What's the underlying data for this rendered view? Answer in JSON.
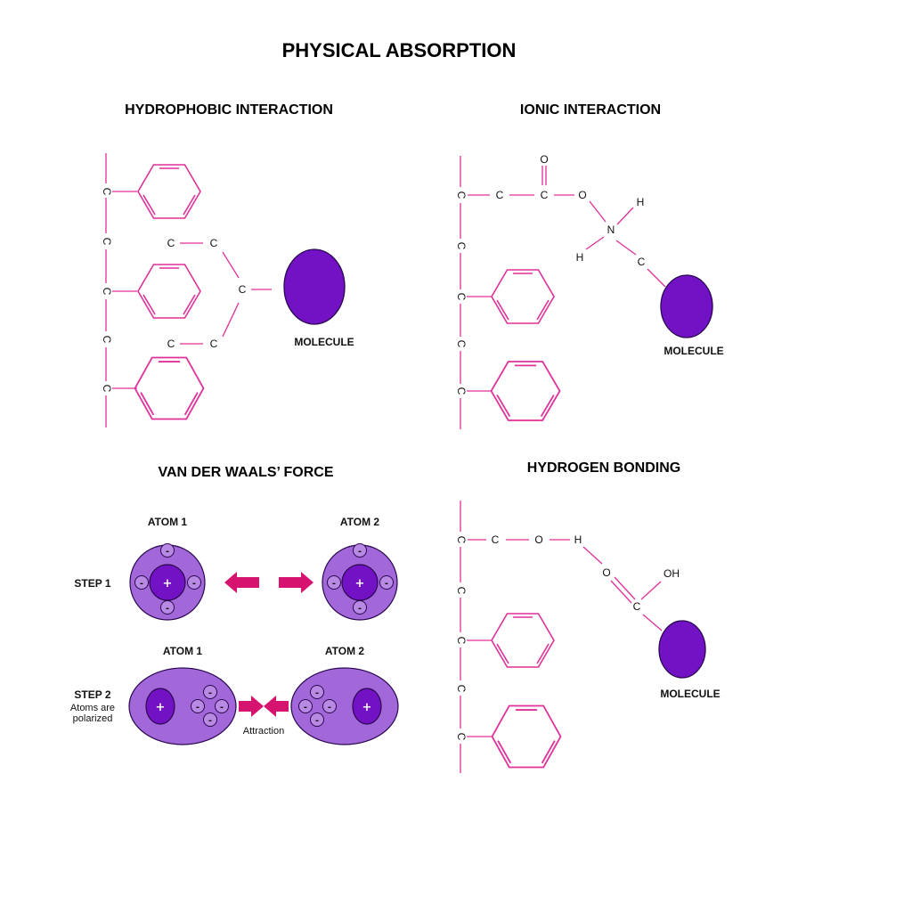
{
  "title": "PHYSICAL ABSORPTION",
  "colors": {
    "bond": "#e0309a",
    "molecule": "#7212c4",
    "atom_outer": "#a267d8",
    "atom_nucleus": "#7212c4",
    "arrow": "#d6136f"
  },
  "hydrophobic": {
    "heading": "HYDROPHOBIC INTERACTION",
    "carbon": "C",
    "molecule_label": "MOLECULE"
  },
  "ionic": {
    "heading": "IONIC INTERACTION",
    "carbon": "C",
    "oxygen": "O",
    "nitrogen": "N",
    "hydrogen": "H",
    "molecule_label": "MOLECULE"
  },
  "vdw": {
    "heading": "VAN DER WAALS’ FORCE",
    "atom1": "ATOM 1",
    "atom2": "ATOM 2",
    "step1": "STEP 1",
    "step2": "STEP 2",
    "step2_note_line1": "Atoms are",
    "step2_note_line2": "polarized",
    "attraction": "Attraction",
    "plus": "+",
    "minus": "-"
  },
  "hbond": {
    "heading": "HYDROGEN BONDING",
    "carbon": "C",
    "oxygen": "O",
    "hydrogen": "H",
    "hydroxyl": "OH",
    "molecule_label": "MOLECULE"
  }
}
